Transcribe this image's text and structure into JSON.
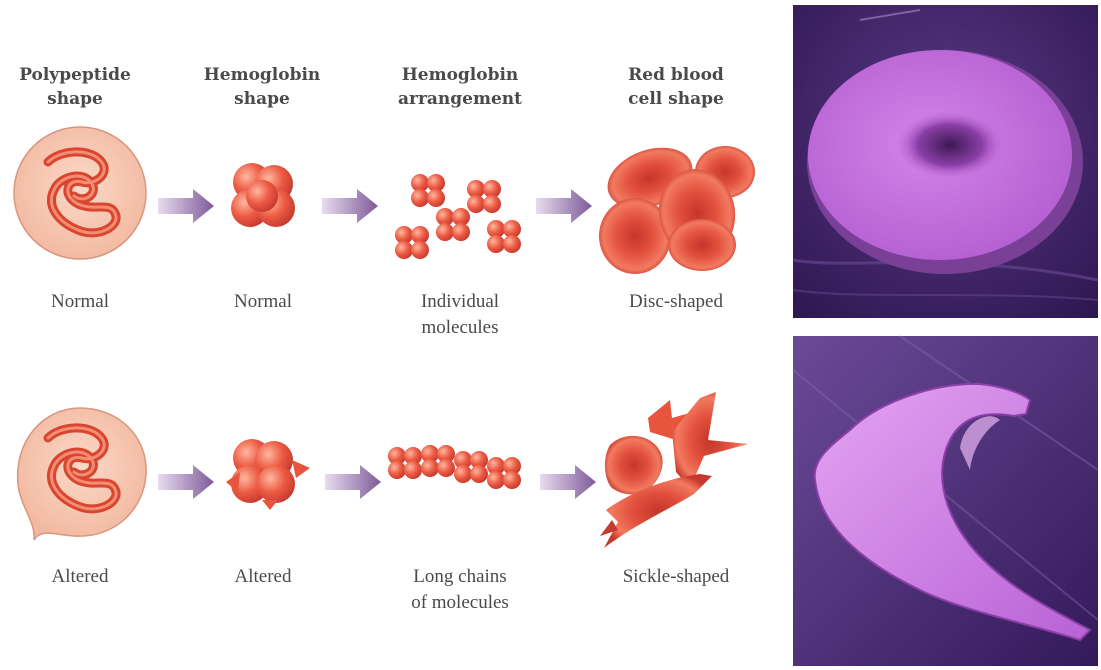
{
  "headers": {
    "polypeptide": [
      "Polypeptide",
      "shape"
    ],
    "hemoglobin_shape": [
      "Hemoglobin",
      "shape"
    ],
    "hemoglobin_arrangement": [
      "Hemoglobin",
      "arrangement"
    ],
    "rbc_shape": [
      "Red blood",
      "cell shape"
    ]
  },
  "normal_row": {
    "polypeptide": "Normal",
    "hemoglobin": "Normal",
    "arrangement": [
      "Individual",
      "molecules"
    ],
    "cell": "Disc-shaped"
  },
  "altered_row": {
    "polypeptide": "Altered",
    "hemoglobin": "Altered",
    "arrangement": [
      "Long chains",
      "of molecules"
    ],
    "cell": "Sickle-shaped"
  },
  "colors": {
    "cell_fill": "#e8553f",
    "cell_dark": "#b8302a",
    "circle_bg": "#f6c7b2",
    "arrow": "#8e6aa6",
    "photo_bg": "#3d1f63",
    "photo_cell": "#c06ad8",
    "text": "#4a4a4a"
  }
}
